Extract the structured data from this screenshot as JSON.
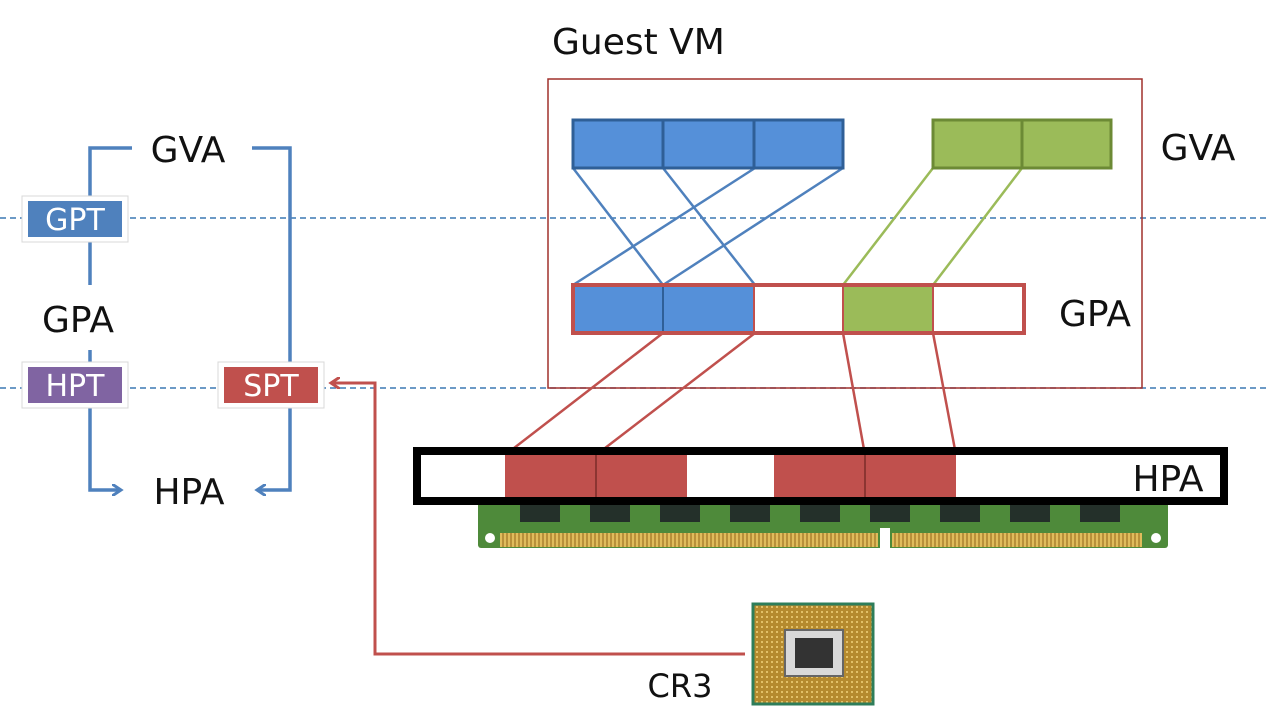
{
  "guest_vm_title": "Guest VM",
  "left_flow": {
    "gva": "GVA",
    "gpa": "GPA",
    "hpa": "HPA",
    "gpt": "GPT",
    "hpt": "HPT",
    "spt": "SPT"
  },
  "right_labels": {
    "gva": "GVA",
    "gpa": "GPA",
    "hpa": "HPA"
  },
  "cpu_label": "CR3",
  "colors": {
    "blue": "#5590d9",
    "blue_border": "#2f5f97",
    "green": "#9bbb59",
    "green_border": "#6c8a35",
    "red": "#c0504d",
    "purple": "#8064a2",
    "dashed": "#3c78b4",
    "line_blue": "#4f81bd"
  }
}
